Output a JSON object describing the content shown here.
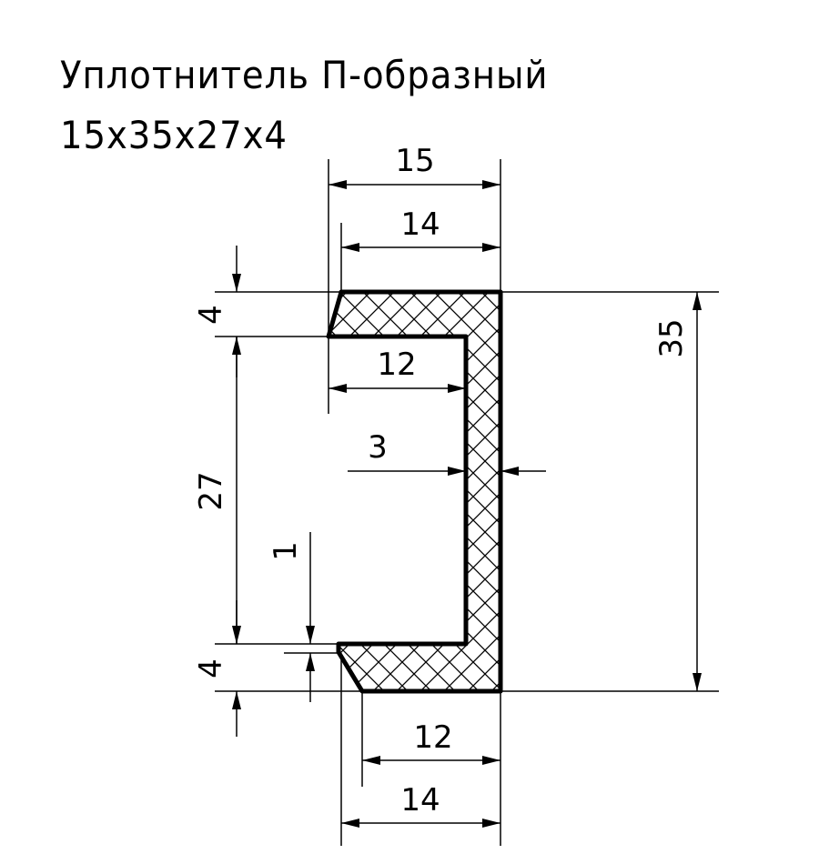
{
  "title": {
    "line1": "Уплотнитель П-образный",
    "line2": "15x35x27x4"
  },
  "dimensions": {
    "top_width_15": "15",
    "top_width_14": "14",
    "left_flange_4_top": "4",
    "left_flange_4_bottom": "4",
    "inner_height_27": "27",
    "top_inner_12": "12",
    "wall_3": "3",
    "bevel_1": "1",
    "bottom_12": "12",
    "bottom_14": "14",
    "height_35": "35"
  },
  "colors": {
    "line": "#000000",
    "background": "#ffffff"
  }
}
